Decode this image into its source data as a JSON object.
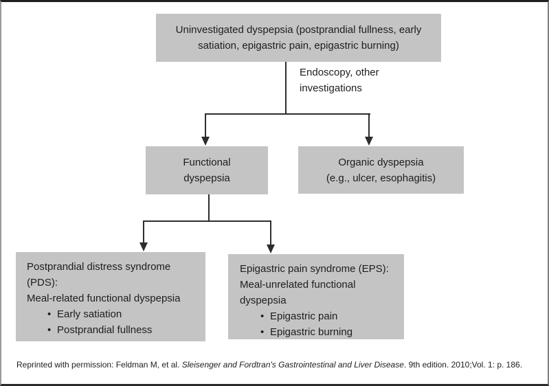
{
  "colors": {
    "box_fill": "#c4c4c4",
    "connector_line": "#2d2d2d",
    "text": "#1d1d1d",
    "frame_border_dark": "#1f1f1f",
    "frame_border_light": "#9a9a9a"
  },
  "glyphs": {
    "bullet": "•"
  },
  "nodes": {
    "uninvestigated": {
      "text": "Uninvestigated dyspepsia (postprandial fullness, early\nsatiation, epigastric pain, epigastric burning)"
    },
    "functional": {
      "text": "Functional\ndyspepsia"
    },
    "organic": {
      "text": "Organic dyspepsia\n(e.g., ulcer, esophagitis)"
    },
    "pds": {
      "heading": "Postprandial distress syndrome\n(PDS):\nMeal-related functional dyspepsia",
      "bullets": [
        "Early satiation",
        "Postprandial fullness"
      ]
    },
    "eps": {
      "heading": "Epigastric pain syndrome (EPS):\nMeal-unrelated functional\ndyspepsia",
      "bullets": [
        "Epigastric pain",
        "Epigastric burning"
      ]
    }
  },
  "edge_labels": {
    "endoscopy": "Endoscopy, other\ninvestigations"
  },
  "citation": {
    "prefix": "Reprinted with permission: Feldman M, et al. ",
    "italic_title": "Sleisenger and Fordtran's Gastrointestinal and Liver Disease",
    "suffix": ". 9th edition. 2010;Vol. 1: p. 186."
  }
}
